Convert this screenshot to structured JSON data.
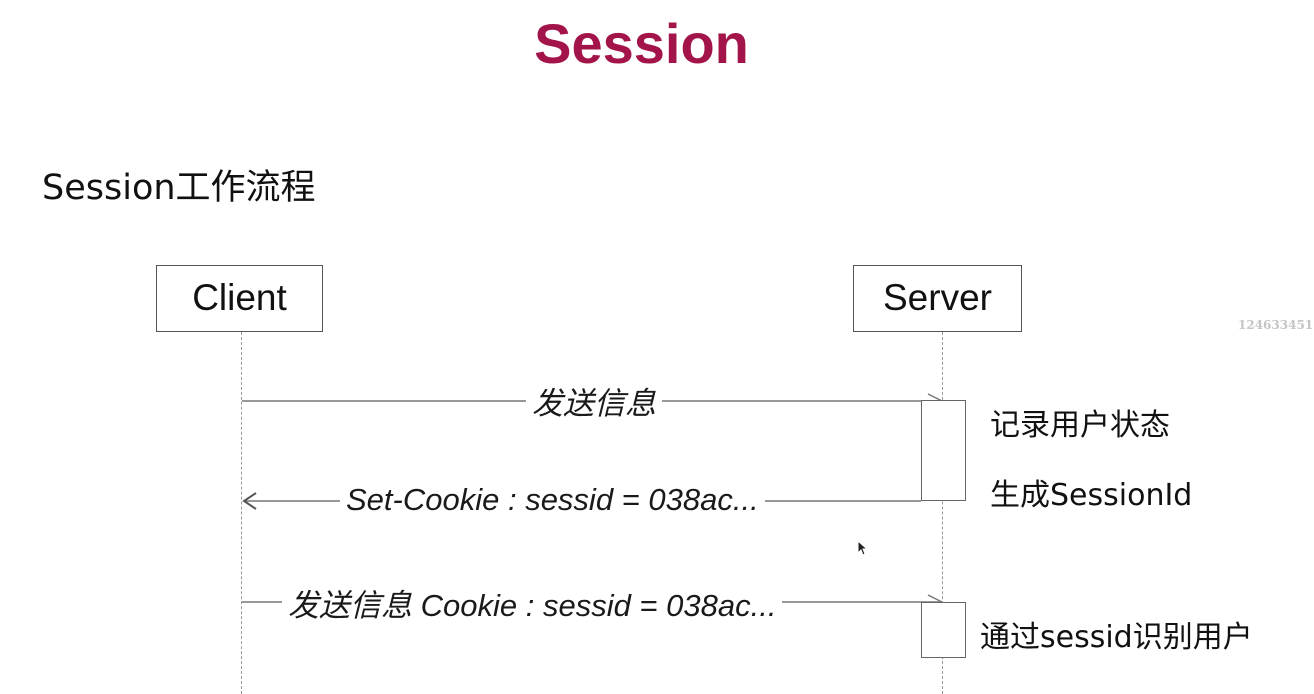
{
  "title": "Session",
  "heading": "Session工作流程",
  "actors": {
    "client": "Client",
    "server": "Server"
  },
  "messages": [
    {
      "label": "发送信息",
      "from": "client",
      "to": "server"
    },
    {
      "label": "Set-Cookie : sessid = 038ac...",
      "from": "server",
      "to": "client"
    },
    {
      "label": "发送信息 Cookie : sessid = 038ac...",
      "from": "client",
      "to": "server"
    }
  ],
  "notes": {
    "record_state": "记录用户状态",
    "generate_id": "生成SessionId",
    "identify_user": "通过sessid识别用户"
  },
  "watermark": "124633451",
  "colors": {
    "title": "#a3154a",
    "line": "#777777",
    "lifeline": "#9a9a9a"
  }
}
